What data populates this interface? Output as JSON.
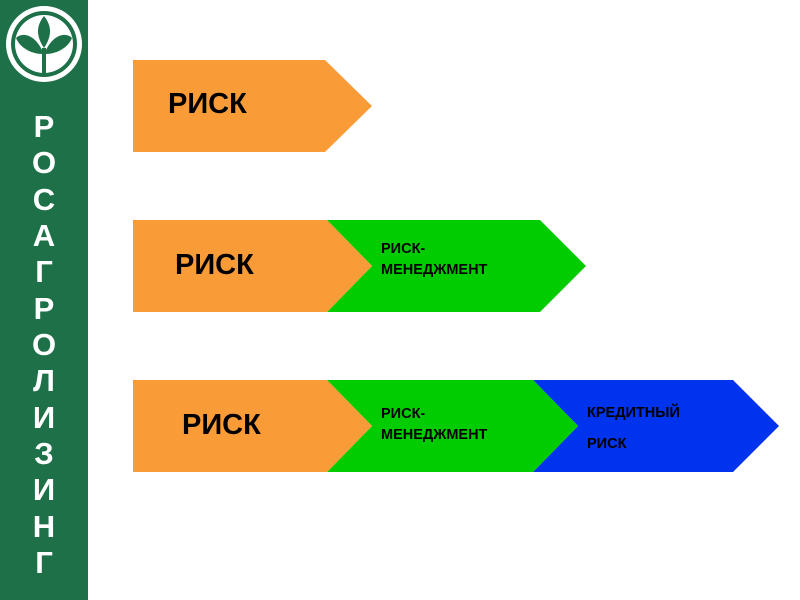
{
  "brand": {
    "letters": [
      "Р",
      "О",
      "С",
      "А",
      "Г",
      "Р",
      "О",
      "Л",
      "И",
      "З",
      "И",
      "Н",
      "Г"
    ]
  },
  "icons": {
    "logo": "sprout-logo-icon"
  },
  "colors": {
    "sidebar": "#1e7048",
    "risk": "#f99c38",
    "management": "#00cc00",
    "credit": "#0033ee"
  },
  "rows": [
    {
      "risk": "РИСК"
    },
    {
      "risk": "РИСК",
      "management_line1": "РИСК-",
      "management_line2": "МЕНЕДЖМЕНТ"
    },
    {
      "risk": "РИСК",
      "management_line1": "РИСК-",
      "management_line2": "МЕНЕДЖМЕНТ",
      "credit_line1": "КРЕДИТНЫЙ",
      "credit_line2": "РИСК"
    }
  ]
}
